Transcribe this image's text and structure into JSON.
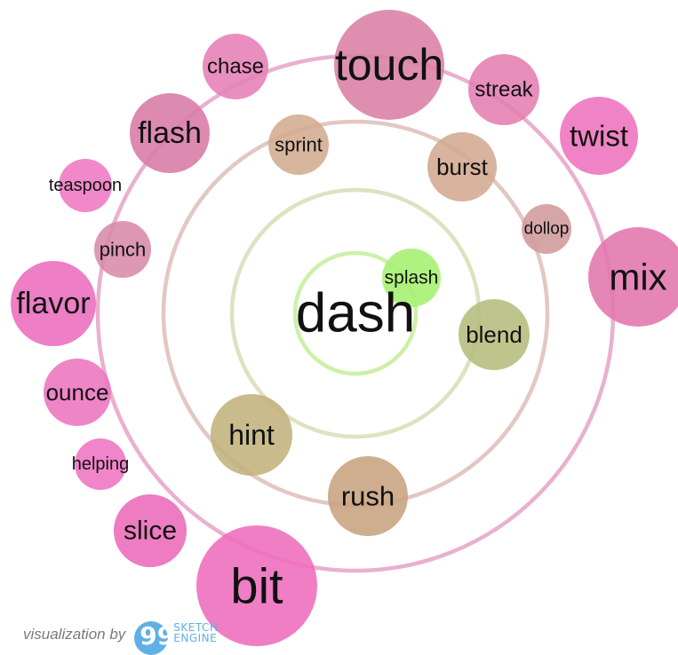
{
  "center_word": "dash",
  "words": [
    {
      "text": "touch",
      "ring": 3,
      "color": "#d97fa5"
    },
    {
      "text": "chase",
      "ring": 3,
      "color": "#e580b6"
    },
    {
      "text": "streak",
      "ring": 3,
      "color": "#e47eb2"
    },
    {
      "text": "flash",
      "ring": 3,
      "color": "#d87aa6"
    },
    {
      "text": "twist",
      "ring": 3,
      "color": "#ee72bd"
    },
    {
      "text": "teaspoon",
      "ring": 3,
      "color": "#ee78c2"
    },
    {
      "text": "pinch",
      "ring": 3,
      "color": "#d88aa9"
    },
    {
      "text": "mix",
      "ring": 3,
      "color": "#e275ad"
    },
    {
      "text": "flavor",
      "ring": 3,
      "color": "#ec6cbe"
    },
    {
      "text": "ounce",
      "ring": 3,
      "color": "#ec74bf"
    },
    {
      "text": "helping",
      "ring": 3,
      "color": "#ee74c2"
    },
    {
      "text": "slice",
      "ring": 3,
      "color": "#eb6ab9"
    },
    {
      "text": "bit",
      "ring": 3,
      "color": "#ee6cbd"
    },
    {
      "text": "sprint",
      "ring": 2,
      "color": "#d3ab8f"
    },
    {
      "text": "burst",
      "ring": 2,
      "color": "#d3a98f"
    },
    {
      "text": "dollop",
      "ring": 2,
      "color": "#d09a9a"
    },
    {
      "text": "rush",
      "ring": 2,
      "color": "#c8a27f"
    },
    {
      "text": "hint",
      "ring": 1,
      "color": "#c2b27c"
    },
    {
      "text": "blend",
      "ring": 1,
      "color": "#b4bd7d"
    },
    {
      "text": "splash",
      "ring": 0,
      "color": "#a5f070"
    }
  ],
  "rings": [
    {
      "color": "#cdf0a8"
    },
    {
      "color": "#dfe1c0"
    },
    {
      "color": "#e3c7c2"
    },
    {
      "color": "#eab0cf"
    }
  ],
  "credit": {
    "text": "visualization by",
    "logo_line1": "SKETCH",
    "logo_line2": "ENGINE",
    "logo_mark": "99",
    "logo_color": "#5fb0e4"
  }
}
